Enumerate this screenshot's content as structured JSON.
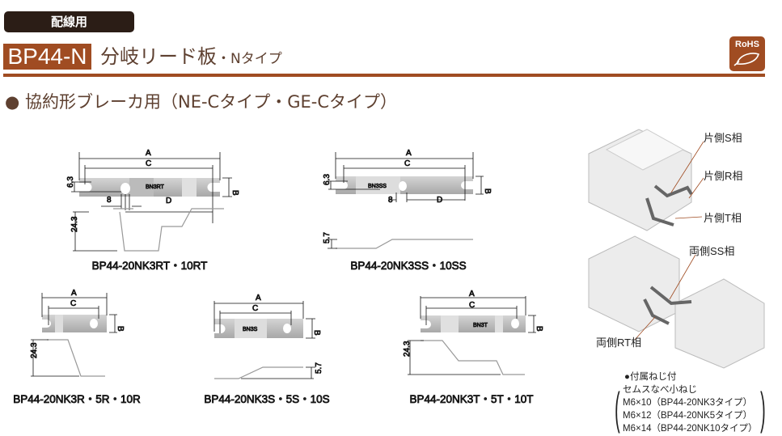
{
  "category_badge": "配線用",
  "title": {
    "model": "BP44-N",
    "name": "分岐リード板",
    "type": "・Nタイプ"
  },
  "rohs_label": "RoHS",
  "subheading": "● 協約形ブレーカ用（NE-Cタイプ・GE-Cタイプ）",
  "dimension_labels": {
    "a": "A",
    "b": "B",
    "c": "C",
    "d": "D",
    "w": "6.3",
    "h": "8",
    "rise_high": "24.3",
    "rise_low": "5.7"
  },
  "plate_marks": {
    "rt": "BN3RT",
    "ss": "BN3SS",
    "s": "BN3S",
    "t": "BN3T"
  },
  "products": [
    {
      "caption": "BP44-20NK3RT・10RT"
    },
    {
      "caption": "BP44-20NK3SS・10SS"
    },
    {
      "caption": "BP44-20NK3R・5R・10R"
    },
    {
      "caption": "BP44-20NK3S・5S・10S"
    },
    {
      "caption": "BP44-20NK3T・5T・10T"
    }
  ],
  "photo_labels": {
    "s": "片側S相",
    "r": "片側R相",
    "t": "片側T相",
    "ss": "両側SS相",
    "rt": "両側RT相"
  },
  "screws": {
    "heading": "●付属ねじ付",
    "type": "セムスなべ小ねじ",
    "items": [
      "M6×10（BP44-20NK3タイプ）",
      "M6×12（BP44-20NK5タイプ）",
      "M6×14（BP44-20NK10タイプ）"
    ]
  },
  "colors": {
    "brand": "#a04c22",
    "badge": "#2b1d16",
    "text": "#5e4030"
  }
}
